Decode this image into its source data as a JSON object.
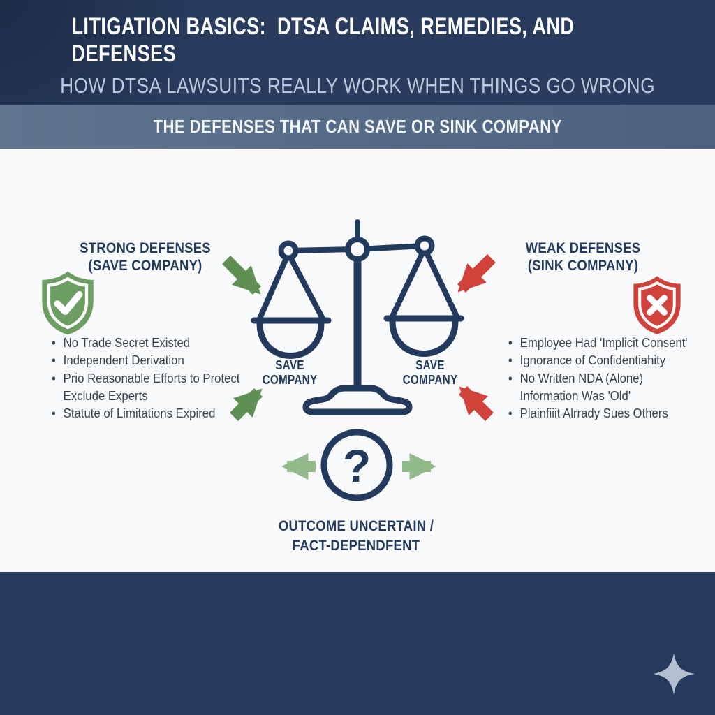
{
  "header": {
    "title": "LITIGATION BASICS:  DTSA CLAIMS, REMEDIES, AND DEFENSES",
    "subtitle": "HOW DTSA LAWSUITS REALLY WORK WHEN THINGS GO WRONG"
  },
  "banner": {
    "title": "THE DEFENSES THAT CAN SAVE OR SINK COMPANY"
  },
  "columns": {
    "left": {
      "heading": "STRONG DEFENSES\n(SAVE COMPANY)",
      "icon": "shield-check-icon",
      "items": [
        "No Trade Secret Existed",
        "Independent Derivation",
        "Prio Reasonable Efforts to Protect\nExclude Experts",
        "Statute of Limitations Expired"
      ]
    },
    "right": {
      "heading": "WEAK DEFENSES\n(SINK COMPANY)",
      "icon": "shield-x-icon",
      "items": [
        "Employee Had 'Implicit Consent'",
        "Ignorance of Confidentiahity",
        "No Written NDA (Alone)\nInformation Was 'Old'",
        "Plainfiiit Alrrady Sues Others"
      ]
    }
  },
  "scale": {
    "left_pan_label": "SAVE COMPANY",
    "right_pan_label": "SAVE COMPANY"
  },
  "outcome": {
    "question_mark": "?",
    "caption": "OUTCOME UNCERTAIN /\nFACT-DEPENDFENT"
  },
  "footer": {
    "icon": "sparkle-icon"
  },
  "colors": {
    "header-navy": "#293c5e",
    "footer-navy": "#253a5c",
    "band-left": "#5e7590",
    "band-right": "#4a6280",
    "paper": "#f9fafb",
    "ink-navy": "#223a5e",
    "text-dark": "#39424f",
    "subtitle-blue": "#b9c9da",
    "green-strong": "#5d9052",
    "green-soft": "#93bb89",
    "green-shield": "#6b9e60",
    "red-accent": "#d0423a",
    "sparkle": "#b4c0cf"
  }
}
